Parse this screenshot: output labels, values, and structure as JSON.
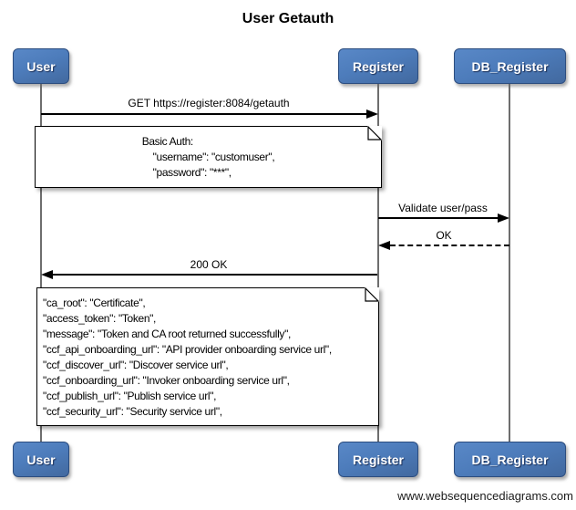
{
  "title": "User Getauth",
  "watermark": "www.websequencediagrams.com",
  "diagram_type": "sequence-diagram",
  "actors": {
    "user": "User",
    "register": "Register",
    "db_register": "DB_Register"
  },
  "messages": {
    "get_getauth": {
      "label": "GET https://register:8084/getauth",
      "from": "User",
      "to": "Register",
      "line": "solid"
    },
    "validate": {
      "label": "Validate user/pass",
      "from": "Register",
      "to": "DB_Register",
      "line": "solid"
    },
    "ok": {
      "label": "OK",
      "from": "DB_Register",
      "to": "Register",
      "line": "dashed"
    },
    "response": {
      "label": "200 OK",
      "from": "Register",
      "to": "User",
      "line": "solid"
    }
  },
  "notes": {
    "basic_auth": {
      "over": [
        "User",
        "Register"
      ],
      "lines": [
        "Basic Auth:",
        "    \"username\": \"customuser\",",
        "    \"password\": \"***\","
      ]
    },
    "response_body": {
      "over": [
        "User",
        "Register"
      ],
      "lines": [
        "\"ca_root\": \"Certificate\",",
        "\"access_token\": \"Token\",",
        "\"message\": \"Token and CA root returned successfully\",",
        "\"ccf_api_onboarding_url\": \"API provider onboarding service url\",",
        "\"ccf_discover_url\": \"Discover service url\",",
        "\"ccf_onboarding_url\": \"Invoker onboarding service url\",",
        "\"ccf_publish_url\": \"Publish service url\",",
        "\"ccf_security_url\": \"Security service url\","
      ]
    }
  },
  "colors": {
    "actor_fill": "#4d7cbb",
    "actor_border": "#2c4d7f",
    "actor_text": "#ffffff",
    "lifeline": "#6e6e6e",
    "arrow": "#000000",
    "note_bg": "#ffffff",
    "background": "#ffffff"
  }
}
